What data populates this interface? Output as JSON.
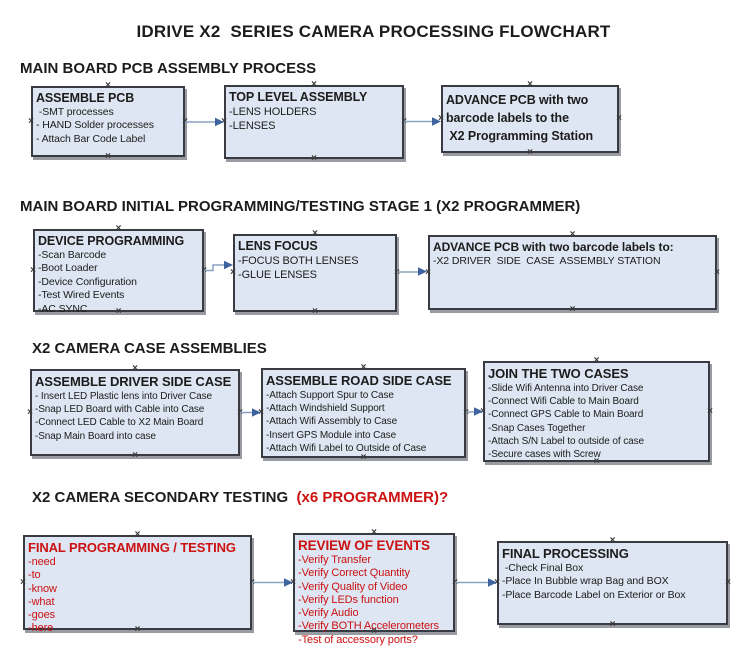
{
  "title": "IDRIVE X2  SERIES CAMERA PROCESSING FLOWCHART",
  "icons": {
    "connection_handle": "×"
  },
  "colors": {
    "page_bg": "#ffffff",
    "text": "#1c1c1c",
    "box_fill": "#dde6f2",
    "box_border": "#3a3b42",
    "box_shadow": "#989ba1",
    "red_text": "#cc1111",
    "arrow_line": "#8ca1c0",
    "arrow_head": "#3f639e",
    "handle": "#3c3c3c"
  },
  "sections": [
    {
      "heading": "MAIN BOARD PCB ASSEMBLY PROCESS",
      "boxes": [
        {
          "title": "ASSEMBLE PCB",
          "items": [
            " -SMT processes",
            "- HAND Solder processes",
            "- Attach Bar Code Label"
          ]
        },
        {
          "title": "TOP LEVEL ASSEMBLY",
          "items": [
            "-LENS HOLDERS",
            "-LENSES"
          ]
        },
        {
          "title_lines": [
            "ADVANCE PCB with two",
            "barcode labels to the",
            " X2 Programming Station"
          ]
        }
      ]
    },
    {
      "heading": "MAIN BOARD INITIAL PROGRAMMING/TESTING STAGE 1 (X2 PROGRAMMER)",
      "boxes": [
        {
          "title": "DEVICE PROGRAMMING",
          "items": [
            "-Scan Barcode",
            "-Boot Loader",
            "-Device Configuration",
            "-Test Wired Events",
            "-AC SYNC"
          ]
        },
        {
          "title": "LENS FOCUS",
          "items": [
            "-FOCUS BOTH LENSES",
            "-GLUE LENSES"
          ]
        },
        {
          "title": "ADVANCE PCB with two barcode labels to:",
          "items": [
            "-X2 DRIVER  SIDE  CASE  ASSEMBLY STATION"
          ]
        }
      ]
    },
    {
      "heading": "X2 CAMERA CASE ASSEMBLIES",
      "boxes": [
        {
          "title": "ASSEMBLE DRIVER SIDE CASE",
          "items": [
            "- Insert LED Plastic lens into Driver Case",
            "-Snap LED Board with Cable into Case",
            "-Connect LED Cable to X2 Main Board",
            "-Snap Main Board into case"
          ]
        },
        {
          "title": "ASSEMBLE ROAD SIDE CASE",
          "items": [
            "-Attach Support Spur to Case",
            "-Attach Windshield Support",
            "-Attach Wifi Assembly to Case",
            "-Insert GPS Module into Case",
            "-Attach Wifi Label to Outside of Case"
          ]
        },
        {
          "title": "JOIN THE TWO CASES",
          "items": [
            "-Slide Wifi Antenna into Driver Case",
            "-Connect Wifi Cable to Main Board",
            "-Connect GPS Cable to Main Board",
            "-Snap Cases Together",
            "-Attach S/N Label to outside of case",
            "-Secure cases with Screw"
          ]
        }
      ]
    },
    {
      "heading": "X2 CAMERA SECONDARY TESTING",
      "heading_accent": "  (x6 PROGRAMMER)?",
      "boxes": [
        {
          "title": "FINAL PROGRAMMING / TESTING",
          "items": [
            "-need",
            "-to",
            "-know",
            "-what",
            "-goes",
            "-here"
          ]
        },
        {
          "title": "REVIEW OF EVENTS",
          "items": [
            "-Verify Transfer",
            "-Verify Correct Quantity",
            "-Verify Quality of Video",
            "-Verify LEDs function",
            "-Verify Audio",
            "-Verify BOTH Accelerometers",
            "-Test of accessory ports?"
          ]
        },
        {
          "title": "FINAL PROCESSING",
          "items": [
            " -Check Final Box",
            "-Place In Bubble wrap Bag and BOX",
            "-Place Barcode Label on Exterior or Box"
          ]
        }
      ]
    }
  ]
}
